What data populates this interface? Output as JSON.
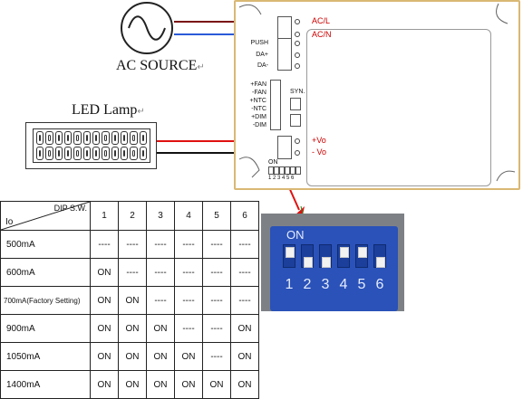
{
  "ac_source": {
    "label": "AC SOURCE",
    "mark": "↵"
  },
  "led_lamp": {
    "label": "LED Lamp",
    "mark": "↵"
  },
  "driver": {
    "ac_l": "AC/L",
    "ac_n": "AC/N",
    "push": "PUSH",
    "da_plus": "DA+",
    "da_minus": "DA-",
    "fan_plus": "+FAN",
    "fan_minus": "-FAN",
    "ntc_plus": "+NTC",
    "ntc_minus": "-NTC",
    "dim_plus": "+DIM",
    "dim_minus": "-DIM",
    "syn": "SYN.",
    "vo_plus": "+Vo",
    "vo_minus": "- Vo",
    "dip_on": "ON",
    "dip_nums": "1 2 3 4 5 6"
  },
  "table": {
    "header_dip": "DIP S.W.",
    "header_io": "Io",
    "switches": [
      "1",
      "2",
      "3",
      "4",
      "5",
      "6"
    ],
    "rows": [
      {
        "io": "500mA",
        "cells": [
          "----",
          "----",
          "----",
          "----",
          "----",
          "----"
        ]
      },
      {
        "io": "600mA",
        "cells": [
          "ON",
          "----",
          "----",
          "----",
          "----",
          "----"
        ]
      },
      {
        "io": "700mA(Factory Setting)",
        "cells": [
          "ON",
          "ON",
          "----",
          "----",
          "----",
          "----"
        ]
      },
      {
        "io": "900mA",
        "cells": [
          "ON",
          "ON",
          "ON",
          "----",
          "----",
          "ON"
        ]
      },
      {
        "io": "1050mA",
        "cells": [
          "ON",
          "ON",
          "ON",
          "ON",
          "----",
          "ON"
        ]
      },
      {
        "io": "1400mA",
        "cells": [
          "ON",
          "ON",
          "ON",
          "ON",
          "ON",
          "ON"
        ]
      }
    ]
  },
  "photo": {
    "on_label": "ON",
    "numbers": [
      "1",
      "2",
      "3",
      "4",
      "5",
      "6"
    ],
    "switch_on": [
      true,
      false,
      false,
      true,
      true,
      false
    ]
  },
  "colors": {
    "wire_l": "#7a1010",
    "wire_n": "#2a5ad8",
    "wire_pos": "#e01010",
    "wire_neg": "#111111",
    "arrow": "#e01010",
    "driver_border": "#d9b874"
  }
}
